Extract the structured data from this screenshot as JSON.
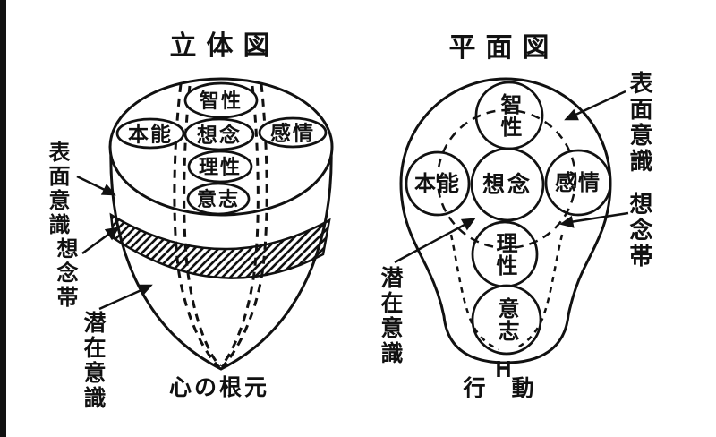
{
  "colors": {
    "ink": "#111111",
    "paper": "#ffffff"
  },
  "solid_view": {
    "title": "立体図",
    "nodes": {
      "intellect": "智性",
      "instinct": "本能",
      "thought": "想念",
      "emotion": "感情",
      "reason": "理性",
      "will": "意志"
    },
    "labels": {
      "surface": "表面意識",
      "band": "想念帯",
      "subconscious": "潜在意識",
      "root": "心の根元"
    }
  },
  "plan_view": {
    "title": "平面図",
    "nodes": {
      "intellect": "智性",
      "instinct": "本能",
      "thought": "想念",
      "emotion": "感情",
      "reason": "理性",
      "will": "意志"
    },
    "labels": {
      "surface": "表面意識",
      "band": "想念帯",
      "subconscious": "潜在意識",
      "action": "行　動"
    }
  }
}
